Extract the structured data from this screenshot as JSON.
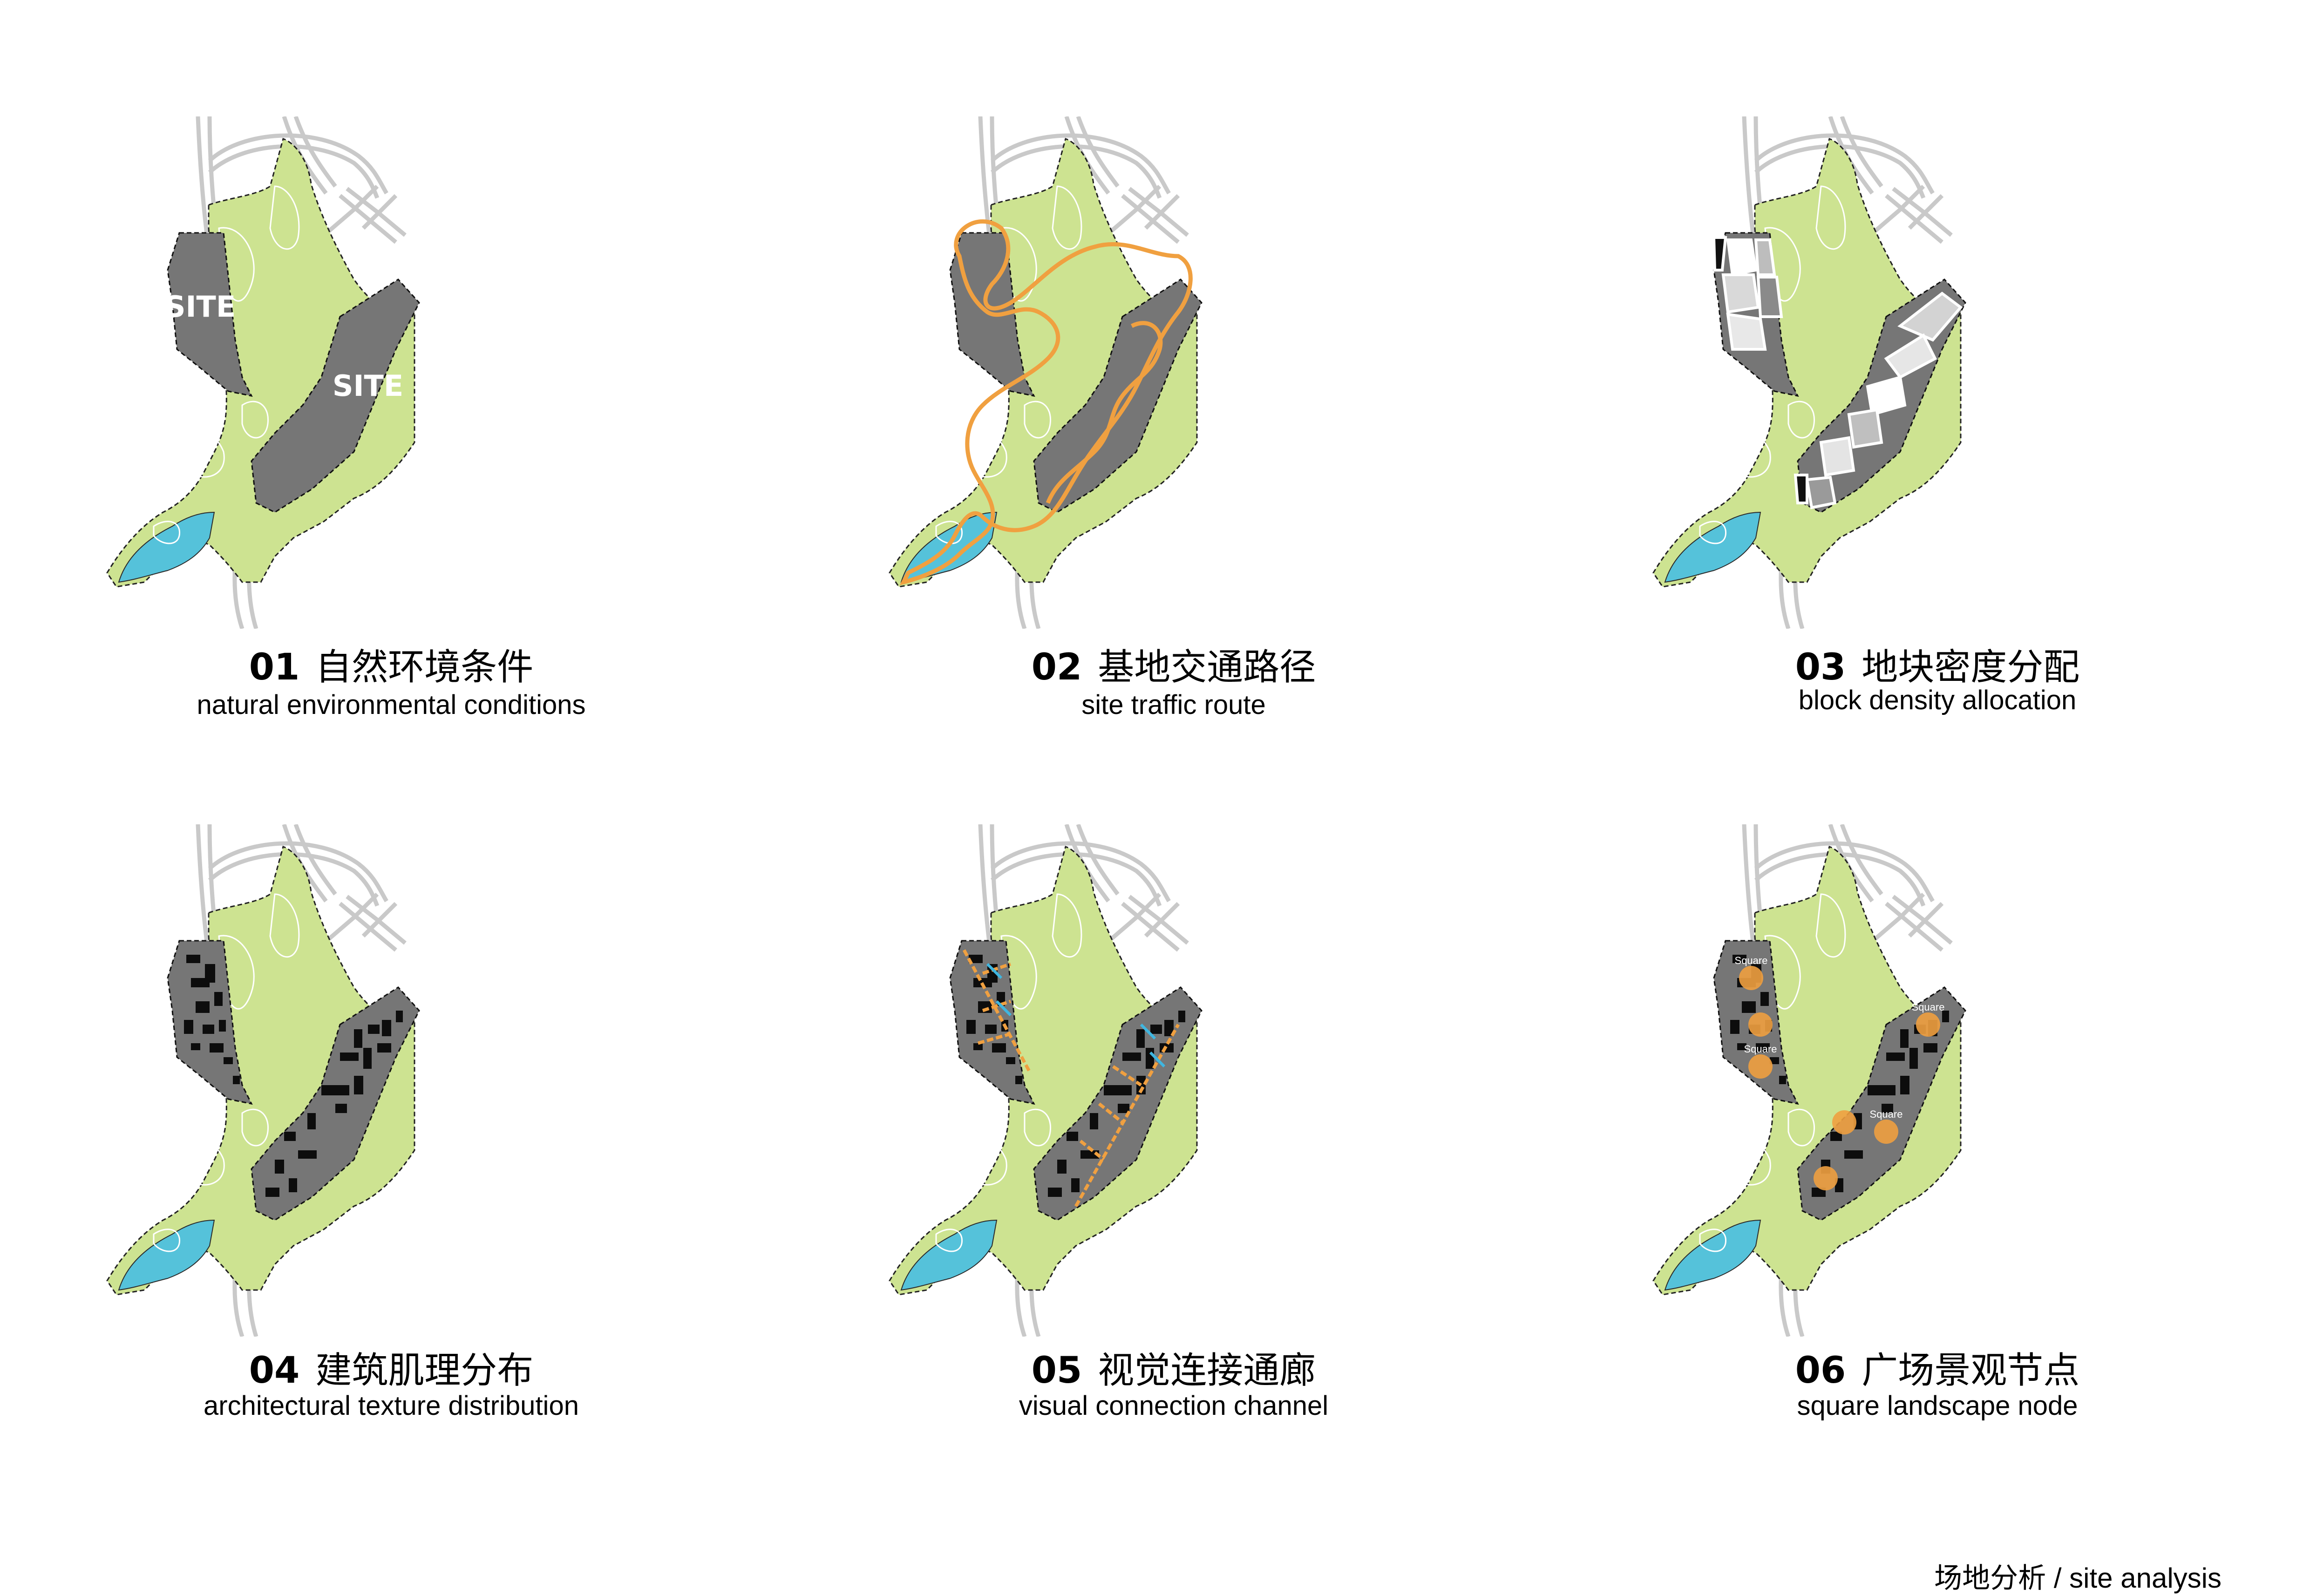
{
  "colors": {
    "green": "#cde391",
    "gray": "#767676",
    "blue": "#55c2da",
    "orange": "#f0a040",
    "road": "#c9c9c9"
  },
  "panels": [
    {
      "num": "01",
      "title": "自然环境条件",
      "subtitle": "natural environmental conditions",
      "site_labels": [
        "SITE",
        "SITE"
      ]
    },
    {
      "num": "02",
      "title": "基地交通路径",
      "subtitle": "site traffic route"
    },
    {
      "num": "03",
      "title": "地块密度分配",
      "subtitle": "block density allocation"
    },
    {
      "num": "04",
      "title": "建筑肌理分布",
      "subtitle": "architectural texture distribution"
    },
    {
      "num": "05",
      "title": "视觉连接通廊",
      "subtitle": "visual connection channel"
    },
    {
      "num": "06",
      "title": "广场景观节点",
      "subtitle": "square landscape node",
      "square_labels": [
        "Square",
        "Square",
        "Square",
        "Square"
      ]
    }
  ],
  "footer": "场地分析 / site analysis"
}
